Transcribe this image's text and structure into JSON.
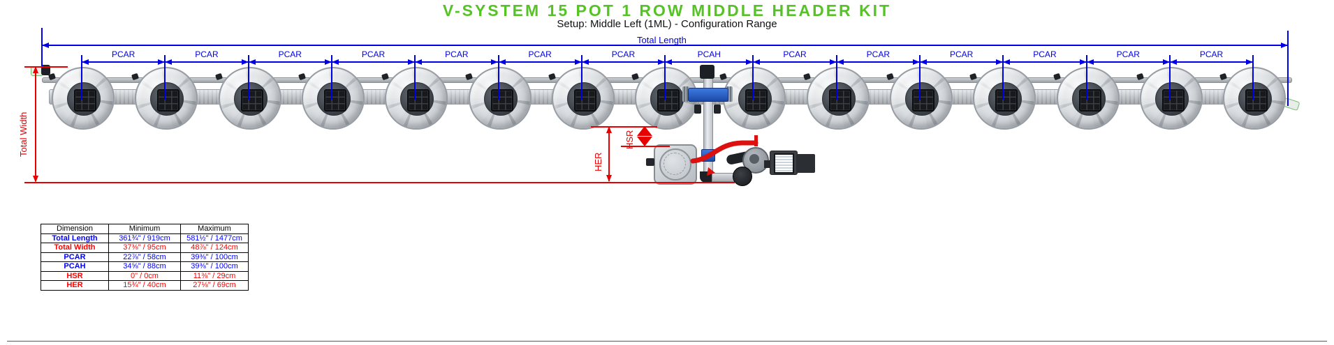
{
  "title": "V-SYSTEM 15 POT 1 ROW MIDDLE HEADER KIT",
  "subtitle": "Setup: Middle Left (1ML) - Configuration Range",
  "colors": {
    "title_green": "#55c226",
    "dimension_blue": "#0000e6",
    "dimension_red": "#e60000",
    "table_blue": "#0000ff",
    "table_red": "#ff0000"
  },
  "diagram": {
    "pot_count": 15,
    "total_length_label": "Total Length",
    "total_width_label": "Total Width",
    "hsr_label": "HSR",
    "her_label": "HER",
    "segment_labels": [
      "PCAR",
      "PCAR",
      "PCAR",
      "PCAR",
      "PCAR",
      "PCAR",
      "PCAR",
      "PCAH",
      "PCAR",
      "PCAR",
      "PCAR",
      "PCAR",
      "PCAR",
      "PCAR"
    ]
  },
  "table": {
    "headers": [
      "Dimension",
      "Minimum",
      "Maximum"
    ],
    "rows": [
      {
        "label": "Total Length",
        "min": "361¾\" / 919cm",
        "max": "581½\" / 1477cm",
        "color": "blue"
      },
      {
        "label": "Total Width",
        "min": "37⅜\" / 95cm",
        "max": "48⅞\" / 124cm",
        "color": "red"
      },
      {
        "label": "PCAR",
        "min": "22⅞\" / 58cm",
        "max": "39⅜\" / 100cm",
        "color": "blue"
      },
      {
        "label": "PCAH",
        "min": "34⅝\" / 88cm",
        "max": "39⅜\" / 100cm",
        "color": "blue"
      },
      {
        "label": "HSR",
        "min": "0\" / 0cm",
        "max": "11⅜\" / 29cm",
        "color": "red"
      },
      {
        "label": "HER",
        "min": "15¾\" / 40cm",
        "max": "27⅛\" / 69cm",
        "color": "red"
      }
    ]
  }
}
